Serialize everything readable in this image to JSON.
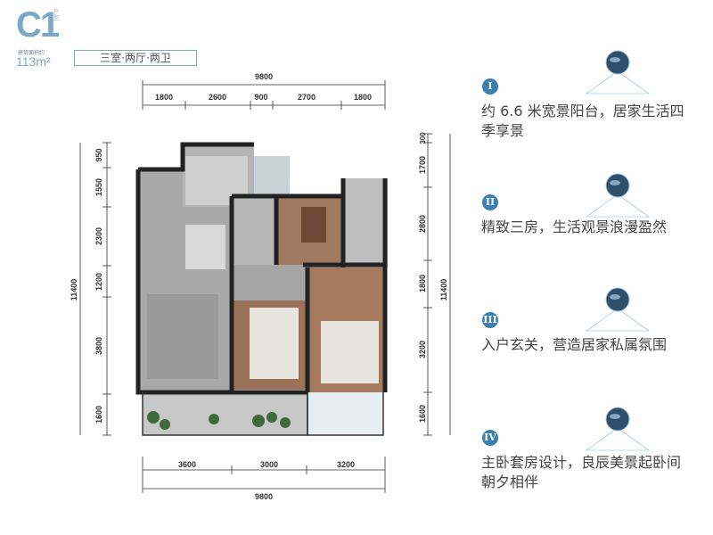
{
  "header": {
    "unit_code": "C1",
    "unit_type_label": "户型",
    "area_label": "建筑面积约",
    "area_value": "113m²",
    "rooms": "三室·两厅·两卫"
  },
  "dimensions": {
    "top_total": "9800",
    "top_segments": [
      "1800",
      "2600",
      "900",
      "2700",
      "1800"
    ],
    "left_total": "11400",
    "left_segments": [
      "950",
      "1550",
      "2300",
      "1200",
      "3800",
      "1600"
    ],
    "right_total": "11400",
    "right_segments": [
      "300",
      "1700",
      "2800",
      "1800",
      "3200",
      "1600"
    ],
    "bottom_segments": [
      "3600",
      "3000",
      "3200"
    ],
    "bottom_total": "9800"
  },
  "features": [
    {
      "numeral": "I",
      "text": "约 6.6 米宽景阳台，居家生活四季享景"
    },
    {
      "numeral": "II",
      "text": "精致三房，生活观景浪漫盈然"
    },
    {
      "numeral": "III",
      "text": "入户玄关，营造居家私属氛围"
    },
    {
      "numeral": "IV",
      "text": "主卧套房设计，良辰美景起卧间朝夕相伴"
    }
  ],
  "colors": {
    "accent": "#7aa8c8",
    "numeral_bg": "#3a7fb0"
  }
}
